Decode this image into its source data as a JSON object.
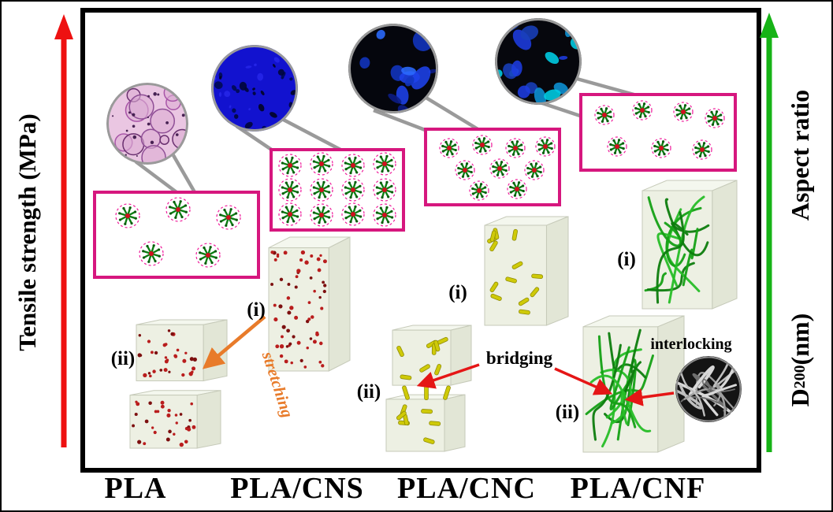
{
  "axes": {
    "left_label": "Tensile strength (MPa)",
    "right_top_label": "Aspect ratio",
    "right_bottom": {
      "prefix": "D",
      "sub": "200",
      "suffix": " (nm)"
    }
  },
  "x_labels": [
    "PLA",
    "PLA/CNS",
    "PLA/CNC",
    "PLA/CNF"
  ],
  "annotations": {
    "stretching": "stretching",
    "bridging": "bridging",
    "interlocking": "interlocking"
  },
  "roman": {
    "i": "(i)",
    "ii": "(ii)"
  },
  "colors": {
    "tensile_arrow": "#ee1111",
    "aspect_arrow": "#16b316",
    "stretching_text": "#e87b2a",
    "annotation_arrow": "#e51616",
    "magenta_frame": "#d6177e",
    "callout_gray": "#9a9a9a"
  }
}
